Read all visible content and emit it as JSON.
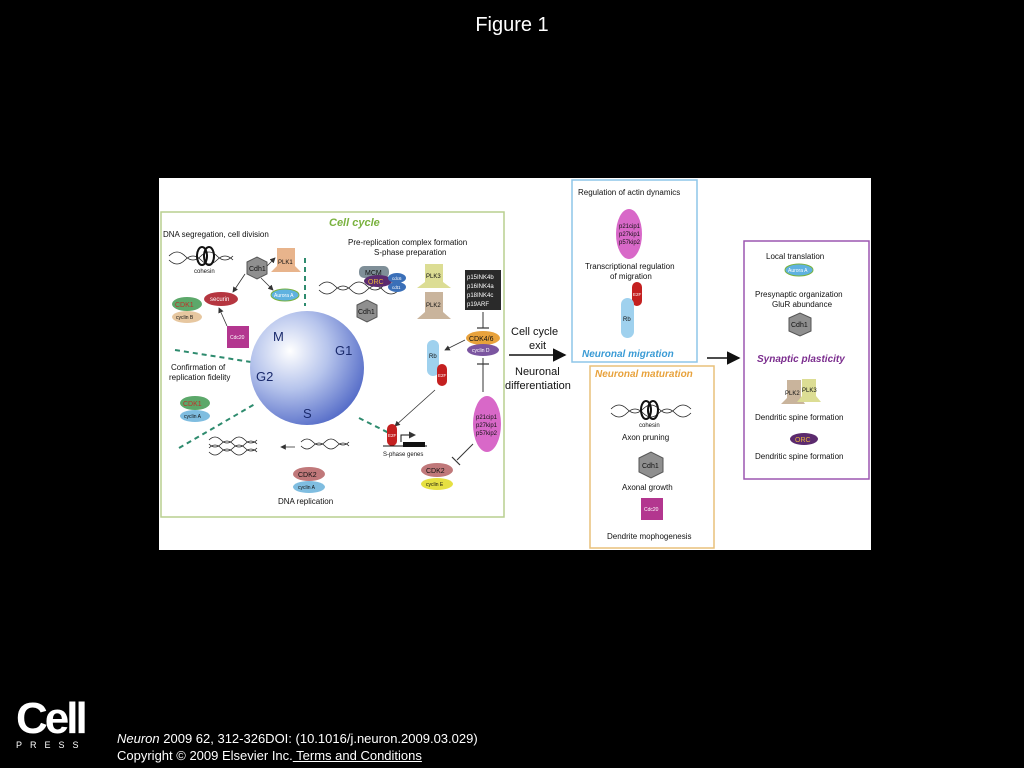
{
  "slide_title": "Figure 1",
  "citation": {
    "journal": "Neuron",
    "rest": " 2009 62, 312-326DOI: (10.1016/j.neuron.2009.03.029)"
  },
  "copyright": {
    "text": "Copyright © 2009 Elsevier Inc.",
    "link": " Terms and Conditions"
  },
  "logo": {
    "word": "Cell",
    "sub": "PRESS"
  },
  "colors": {
    "cell_cycle": "#7ab23f",
    "migration": "#3a9bd5",
    "maturation": "#e8a23c",
    "plasticity": "#7b2d8e"
  },
  "diagram": {
    "cell_cycle": {
      "title": "Cell cycle",
      "phases": {
        "m": "M",
        "g1": "G1",
        "g2": "G2",
        "s": "S"
      },
      "dna_seg": "DNA segregation, cell division",
      "prerep1": "Pre-replication complex formation",
      "prerep2": "S-phase preparation",
      "confirm1": "Confirmation of",
      "confirm2": "replication fidelity",
      "dna_rep": "DNA replication",
      "sphase_genes": "S-phase genes",
      "cohesin": "cohesin",
      "cdh1": "Cdh1",
      "plk1": "PLK1",
      "aurora": "Aurora A",
      "cdk1": "CDK1",
      "securin": "securin",
      "cyclin_b": "cyclin B",
      "cdc20": "Cdc20",
      "cyclin_a": "cyclin A",
      "mcm": "MCM",
      "orc": "ORC",
      "cdc6": "cdc6",
      "cdt1": "cdt1",
      "plk3": "PLK3",
      "plk2": "PLK2",
      "ink": [
        "p15INK4b",
        "p16INK4a",
        "p18INK4c",
        "p19ARF"
      ],
      "cdk46": "CDK4/6",
      "cyclin_d": "cyclin D",
      "rb": "Rb",
      "e2f": "E2F",
      "cip": [
        "p21cip1",
        "p27kip1",
        "p57kip2"
      ],
      "cdk2": "CDK2",
      "cyclin_e": "cyclin E"
    },
    "exit": {
      "l1": "Cell cycle",
      "l2": "exit",
      "l3": "Neuronal",
      "l4": "differentiation"
    },
    "migration": {
      "title": "Neuronal migration",
      "actin": "Regulation of actin dynamics",
      "cip": [
        "p21cip1",
        "p27kip1",
        "p57kip2"
      ],
      "trans1": "Transcriptional regulation",
      "trans2": "of migration",
      "e2f": "E2F",
      "rb": "Rb"
    },
    "maturation": {
      "title": "Neuronal maturation",
      "cohesin": "cohesin",
      "axon_pruning": "Axon pruning",
      "cdh1": "Cdh1",
      "axonal_growth": "Axonal growth",
      "cdc20": "Cdc20",
      "dendrite_morph": "Dendrite mophogenesis"
    },
    "plasticity": {
      "title": "Synaptic plasticity",
      "local_translation": "Local translation",
      "aurora": "Aurora A",
      "presyn1": "Presynaptic organization",
      "presyn2": "GluR abundance",
      "cdh1": "Cdh1",
      "plk2": "PLK2",
      "plk3": "PLK3",
      "spine1": "Dendritic spine formation",
      "orc": "ORC",
      "spine2": "Dendritic spine formation"
    }
  }
}
